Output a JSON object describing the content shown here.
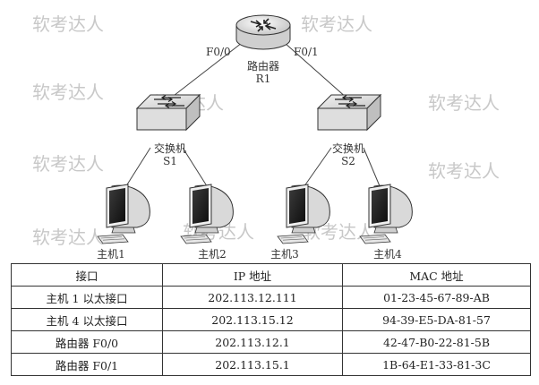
{
  "diagram": {
    "router": {
      "name": "路由器",
      "id": "R1"
    },
    "router_ports": {
      "left": "F0/0",
      "right": "F0/1"
    },
    "switches": [
      {
        "name": "交换机",
        "id": "S1"
      },
      {
        "name": "交换机",
        "id": "S2"
      }
    ],
    "hosts": [
      "主机1",
      "主机2",
      "主机3",
      "主机4"
    ],
    "watermark": "软考达人"
  },
  "table": {
    "headers": [
      "接口",
      "IP 地址",
      "MAC 地址"
    ],
    "rows": [
      {
        "iface": "主机 1 以太接口",
        "ip": "202.113.12.111",
        "mac": "01-23-45-67-89-AB"
      },
      {
        "iface": "主机 4 以太接口",
        "ip": "202.113.15.12",
        "mac": "94-39-E5-DA-81-57"
      },
      {
        "iface": "路由器 F0/0",
        "ip": "202.113.12.1",
        "mac": "42-47-B0-22-81-5B"
      },
      {
        "iface": "路由器 F0/1",
        "ip": "202.113.15.1",
        "mac": "1B-64-E1-33-81-3C"
      }
    ]
  }
}
